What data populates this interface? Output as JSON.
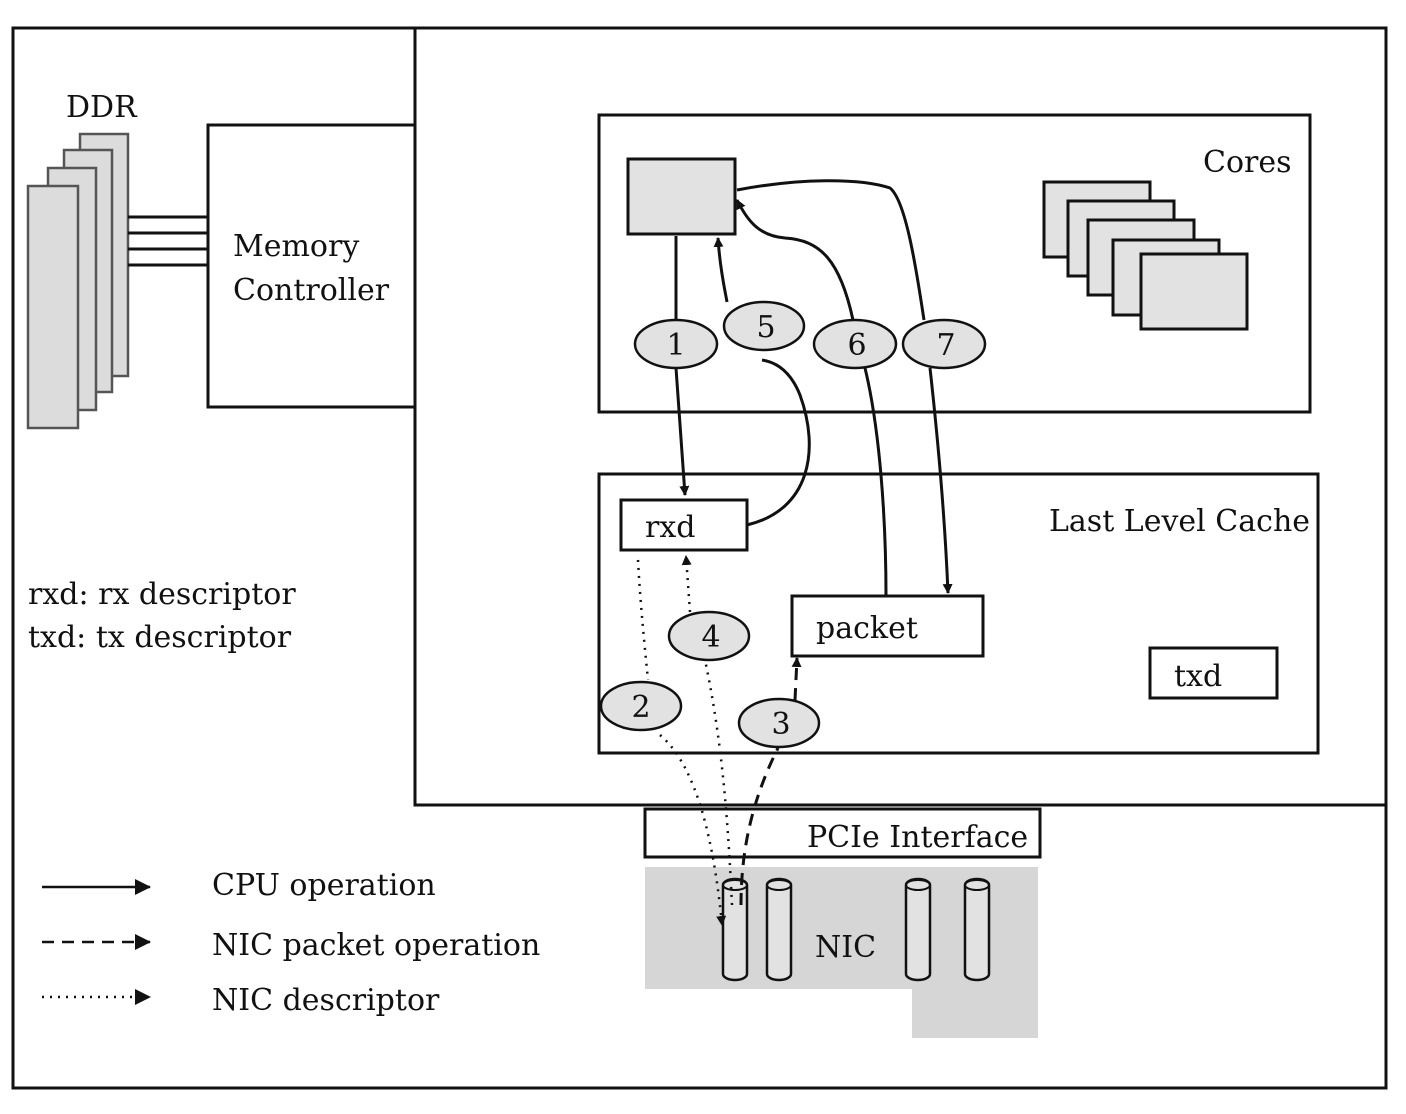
{
  "labels": {
    "ddr": "DDR",
    "memory_controller_line1": "Memory",
    "memory_controller_line2": "Controller",
    "cores": "Cores",
    "last_level_cache": "Last Level Cache",
    "rxd": "rxd",
    "packet": "packet",
    "txd": "txd",
    "pcie": "PCIe Interface",
    "nic": "NIC"
  },
  "notes": {
    "rxd": "rxd: rx descriptor",
    "txd": "txd: tx descriptor"
  },
  "legend": [
    {
      "style": "solid",
      "label": "CPU operation"
    },
    {
      "style": "dashed",
      "label": "NIC packet operation"
    },
    {
      "style": "dotted",
      "label": "NIC descriptor"
    }
  ],
  "steps": [
    "1",
    "2",
    "3",
    "4",
    "5",
    "6",
    "7"
  ],
  "colors": {
    "line": "#111111",
    "fill_gray": "#e2e2e2",
    "nic_gray": "#d6d6d6"
  }
}
